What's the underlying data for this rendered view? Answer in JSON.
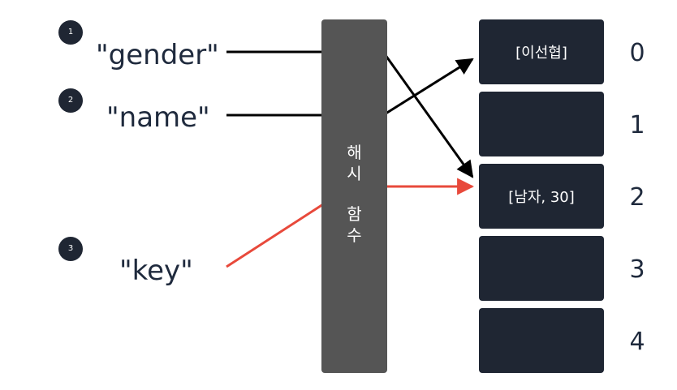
{
  "steps": [
    "1",
    "2",
    "3"
  ],
  "keys": {
    "gender": "\"gender\"",
    "name": "\"name\"",
    "key": "\"key\""
  },
  "hash_function": {
    "chars": [
      "해",
      "시",
      "함",
      "수"
    ]
  },
  "buckets": [
    {
      "index": "0",
      "value": "[이선협]"
    },
    {
      "index": "1",
      "value": ""
    },
    {
      "index": "2",
      "value": "[남자, 30]"
    },
    {
      "index": "3",
      "value": ""
    },
    {
      "index": "4",
      "value": ""
    }
  ],
  "colors": {
    "arrow": "#000000",
    "collision": "#e8493b",
    "bucket": "#1f2633",
    "hash_bar": "#555555"
  }
}
